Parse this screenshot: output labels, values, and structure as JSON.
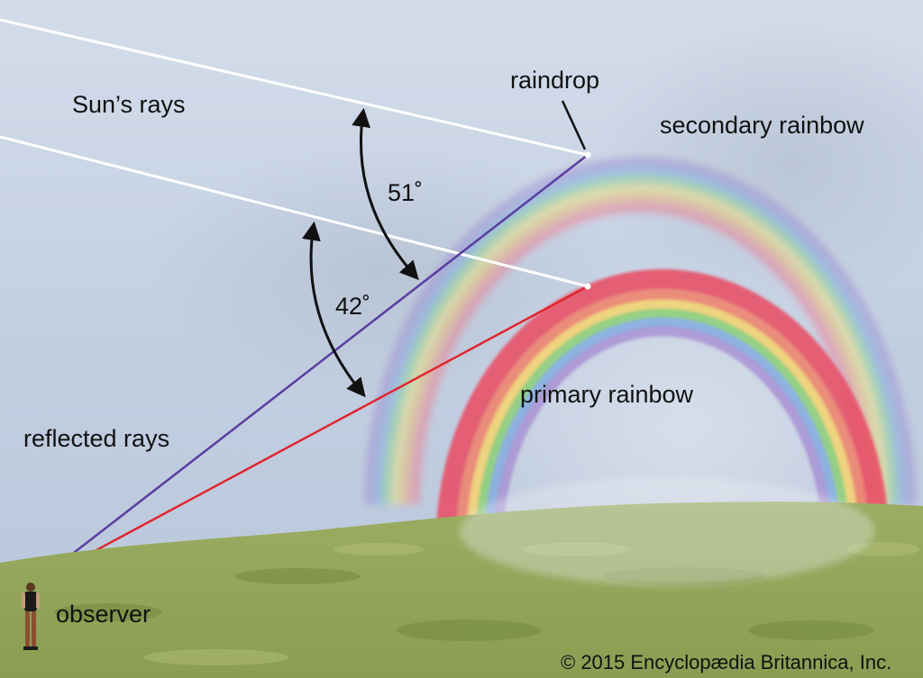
{
  "labels": {
    "sun_rays": "Sun’s rays",
    "raindrop": "raindrop",
    "secondary_rainbow": "secondary rainbow",
    "primary_rainbow": "primary rainbow",
    "reflected_rays": "reflected rays",
    "observer": "observer",
    "angle_secondary": "51˚",
    "angle_primary": "42˚"
  },
  "copyright": "© 2015 Encyclopædia Britannica, Inc.",
  "colors": {
    "sky": "#cbd6e6",
    "ground": "#93a75c",
    "secondary_ray": "#5a3ea0",
    "primary_ray": "#e0262d",
    "sun_ray": "#ffffff",
    "arrow": "#111111"
  }
}
